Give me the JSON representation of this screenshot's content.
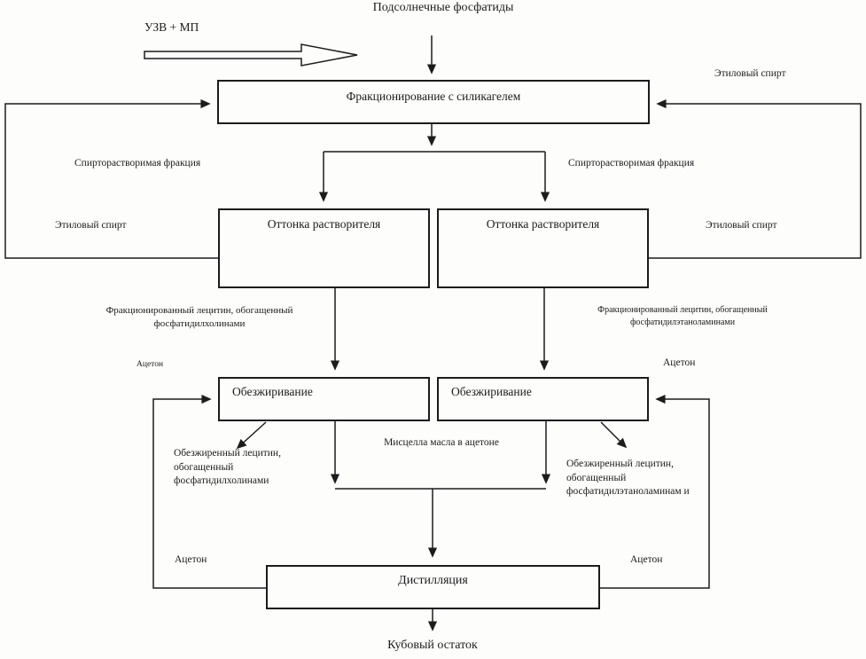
{
  "page": {
    "background": "#fdfdfc",
    "ink": "#1b1b1b"
  },
  "diagram": {
    "title": "Подсолнечные фосфатиды",
    "process_input_label": "УЗВ + МП",
    "boxes": {
      "fractionation": "Фракционирование с силикагелем",
      "solvent_stripping_left": "Оттонка растворителя",
      "solvent_stripping_right": "Оттонка растворителя",
      "defatting_left": "Обезжиривание",
      "defatting_right": "Обезжиривание",
      "distillation": "Дистилляция"
    },
    "labels": {
      "ethyl_alcohol_top_right": "Этиловый спирт",
      "alcohol_soluble_fraction_left": "Спирторастворимая фракция",
      "alcohol_soluble_fraction_right": "Спирторастворимая фракция",
      "ethyl_alcohol_left": "Этиловый спирт",
      "ethyl_alcohol_right": "Этиловый спирт",
      "fractionated_lecithin_pc": "Фракционированный лецитин, обогащенный фосфатидилхолинами",
      "fractionated_lecithin_pe": "Фракционированный лецитин, обогащенный фосфатидилэтаноламинами",
      "acetone_upper_left": "Ацетон",
      "acetone_upper_right": "Ацетон",
      "oil_miscella": "Мисцелла масла в ацетоне",
      "defatted_lecithin_pc": "Обезжиренный лецитин, обогащенный фосфатидилхолинами",
      "defatted_lecithin_pe": "Обезжиренный лецитин, обогащенный фосфатидилэтаноламинам и",
      "acetone_lower_left": "Ацетон",
      "acetone_lower_right": "Ацетон",
      "still_residue": "Кубовый остаток"
    }
  }
}
